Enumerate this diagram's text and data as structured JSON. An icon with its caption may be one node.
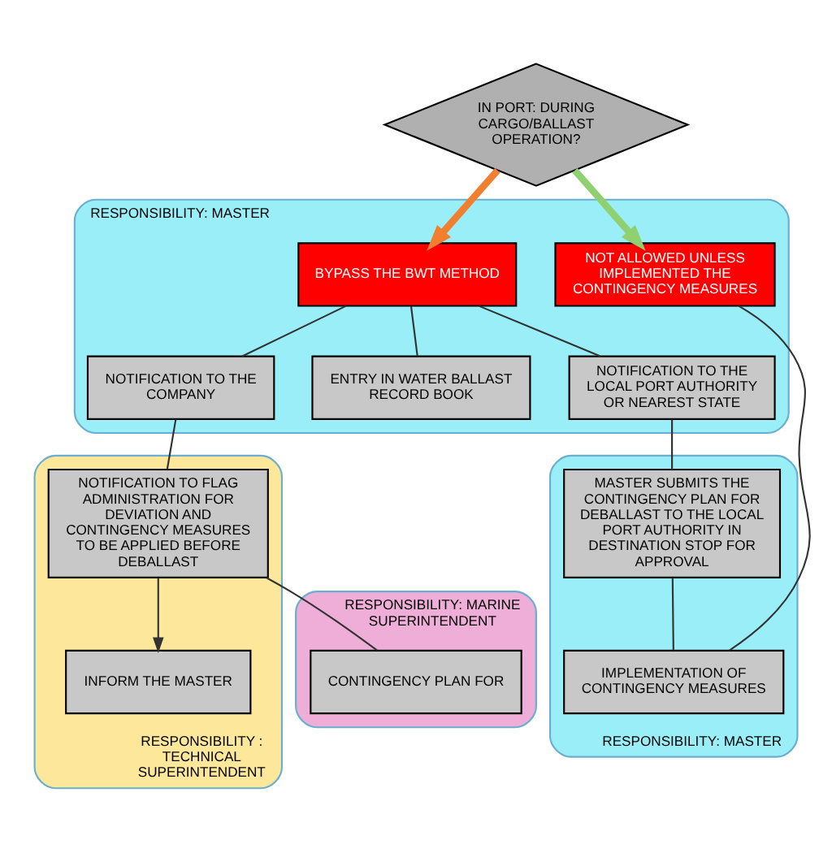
{
  "diagram": {
    "nodes": [
      {
        "text": [
          "IN PORT: DURING CARGO/BALLAST OPERATION?"
        ]
      },
      {
        "text": [
          "RESPONSIBILITY: MASTER"
        ]
      },
      {
        "text": [
          "BYPASS THE BWT METHOD"
        ],
        "in": 1
      },
      {
        "text": [
          "NOTIFICATION TO THE COMPANY"
        ],
        "in": 1
      },
      {
        "text": [
          "ENTRY IN WATER BALLAST RECORD BOOK"
        ],
        "in": 1
      },
      {
        "text": [
          "NOTIFICATION TO THE LOCAL PORT AUTHORITY OR NEAREST STATE"
        ],
        "in": 1
      },
      {
        "text": [
          "NOT ALLOWED UNLESS IMPLEMENTED THE CONTINGENCY MEASURES"
        ],
        "in": 1
      },
      {
        "text": [
          "RESPONSIBILITY : TECHNICAL SUPERINTENDENT"
        ]
      },
      {
        "text": [
          "NOTIFICATION TO FLAG ADMINISTRATION FOR DEVIATION AND CONTINGENCY MEASURES TO BE APPLIED BEFORE DEBALLAST"
        ],
        "in": 7
      },
      {
        "text": [
          "INFORM THE MASTER"
        ],
        "in": 7
      },
      {
        "text": [
          "RESPONSIBILITY: MARINE SUPERINTENDENT"
        ]
      },
      {
        "text": [
          "CONTINGENCY PLAN FOR"
        ],
        "in": 10
      },
      {
        "text": [
          "RESPONSIBILITY: MASTER"
        ]
      },
      {
        "text": [
          "IMPLEMENTATION OF CONTINGENCY MEASURES"
        ],
        "in": 12
      },
      {
        "text": [
          "MASTER SUBMITS THE CONTINGENCY PLAN FOR DEBALLAST TO THE LOCAL PORT AUTHORITY IN DESTINATION STOP FOR APPROVAL"
        ],
        "in": 12
      }
    ],
    "edges": [
      {
        "from": 0,
        "to": 2,
        "arrow": "to",
        "style": "thick",
        "color": "#f08030"
      },
      {
        "from": 0,
        "to": 6,
        "arrow": "to",
        "style": "thick",
        "color": "#90d070"
      },
      {
        "from": 2,
        "to": 3,
        "arrow": "none"
      },
      {
        "from": 2,
        "to": 4,
        "arrow": "none"
      },
      {
        "from": 2,
        "to": 5,
        "arrow": "none"
      },
      {
        "from": 3,
        "to": 8,
        "arrow": "none"
      },
      {
        "from": 8,
        "to": 9,
        "arrow": "to"
      },
      {
        "from": 8,
        "to": 11,
        "arrow": "none"
      },
      {
        "from": 5,
        "to": 14,
        "arrow": "none"
      },
      {
        "from": 14,
        "to": 13,
        "arrow": "none"
      },
      {
        "from": 6,
        "to": 13,
        "arrow": "none"
      }
    ]
  }
}
